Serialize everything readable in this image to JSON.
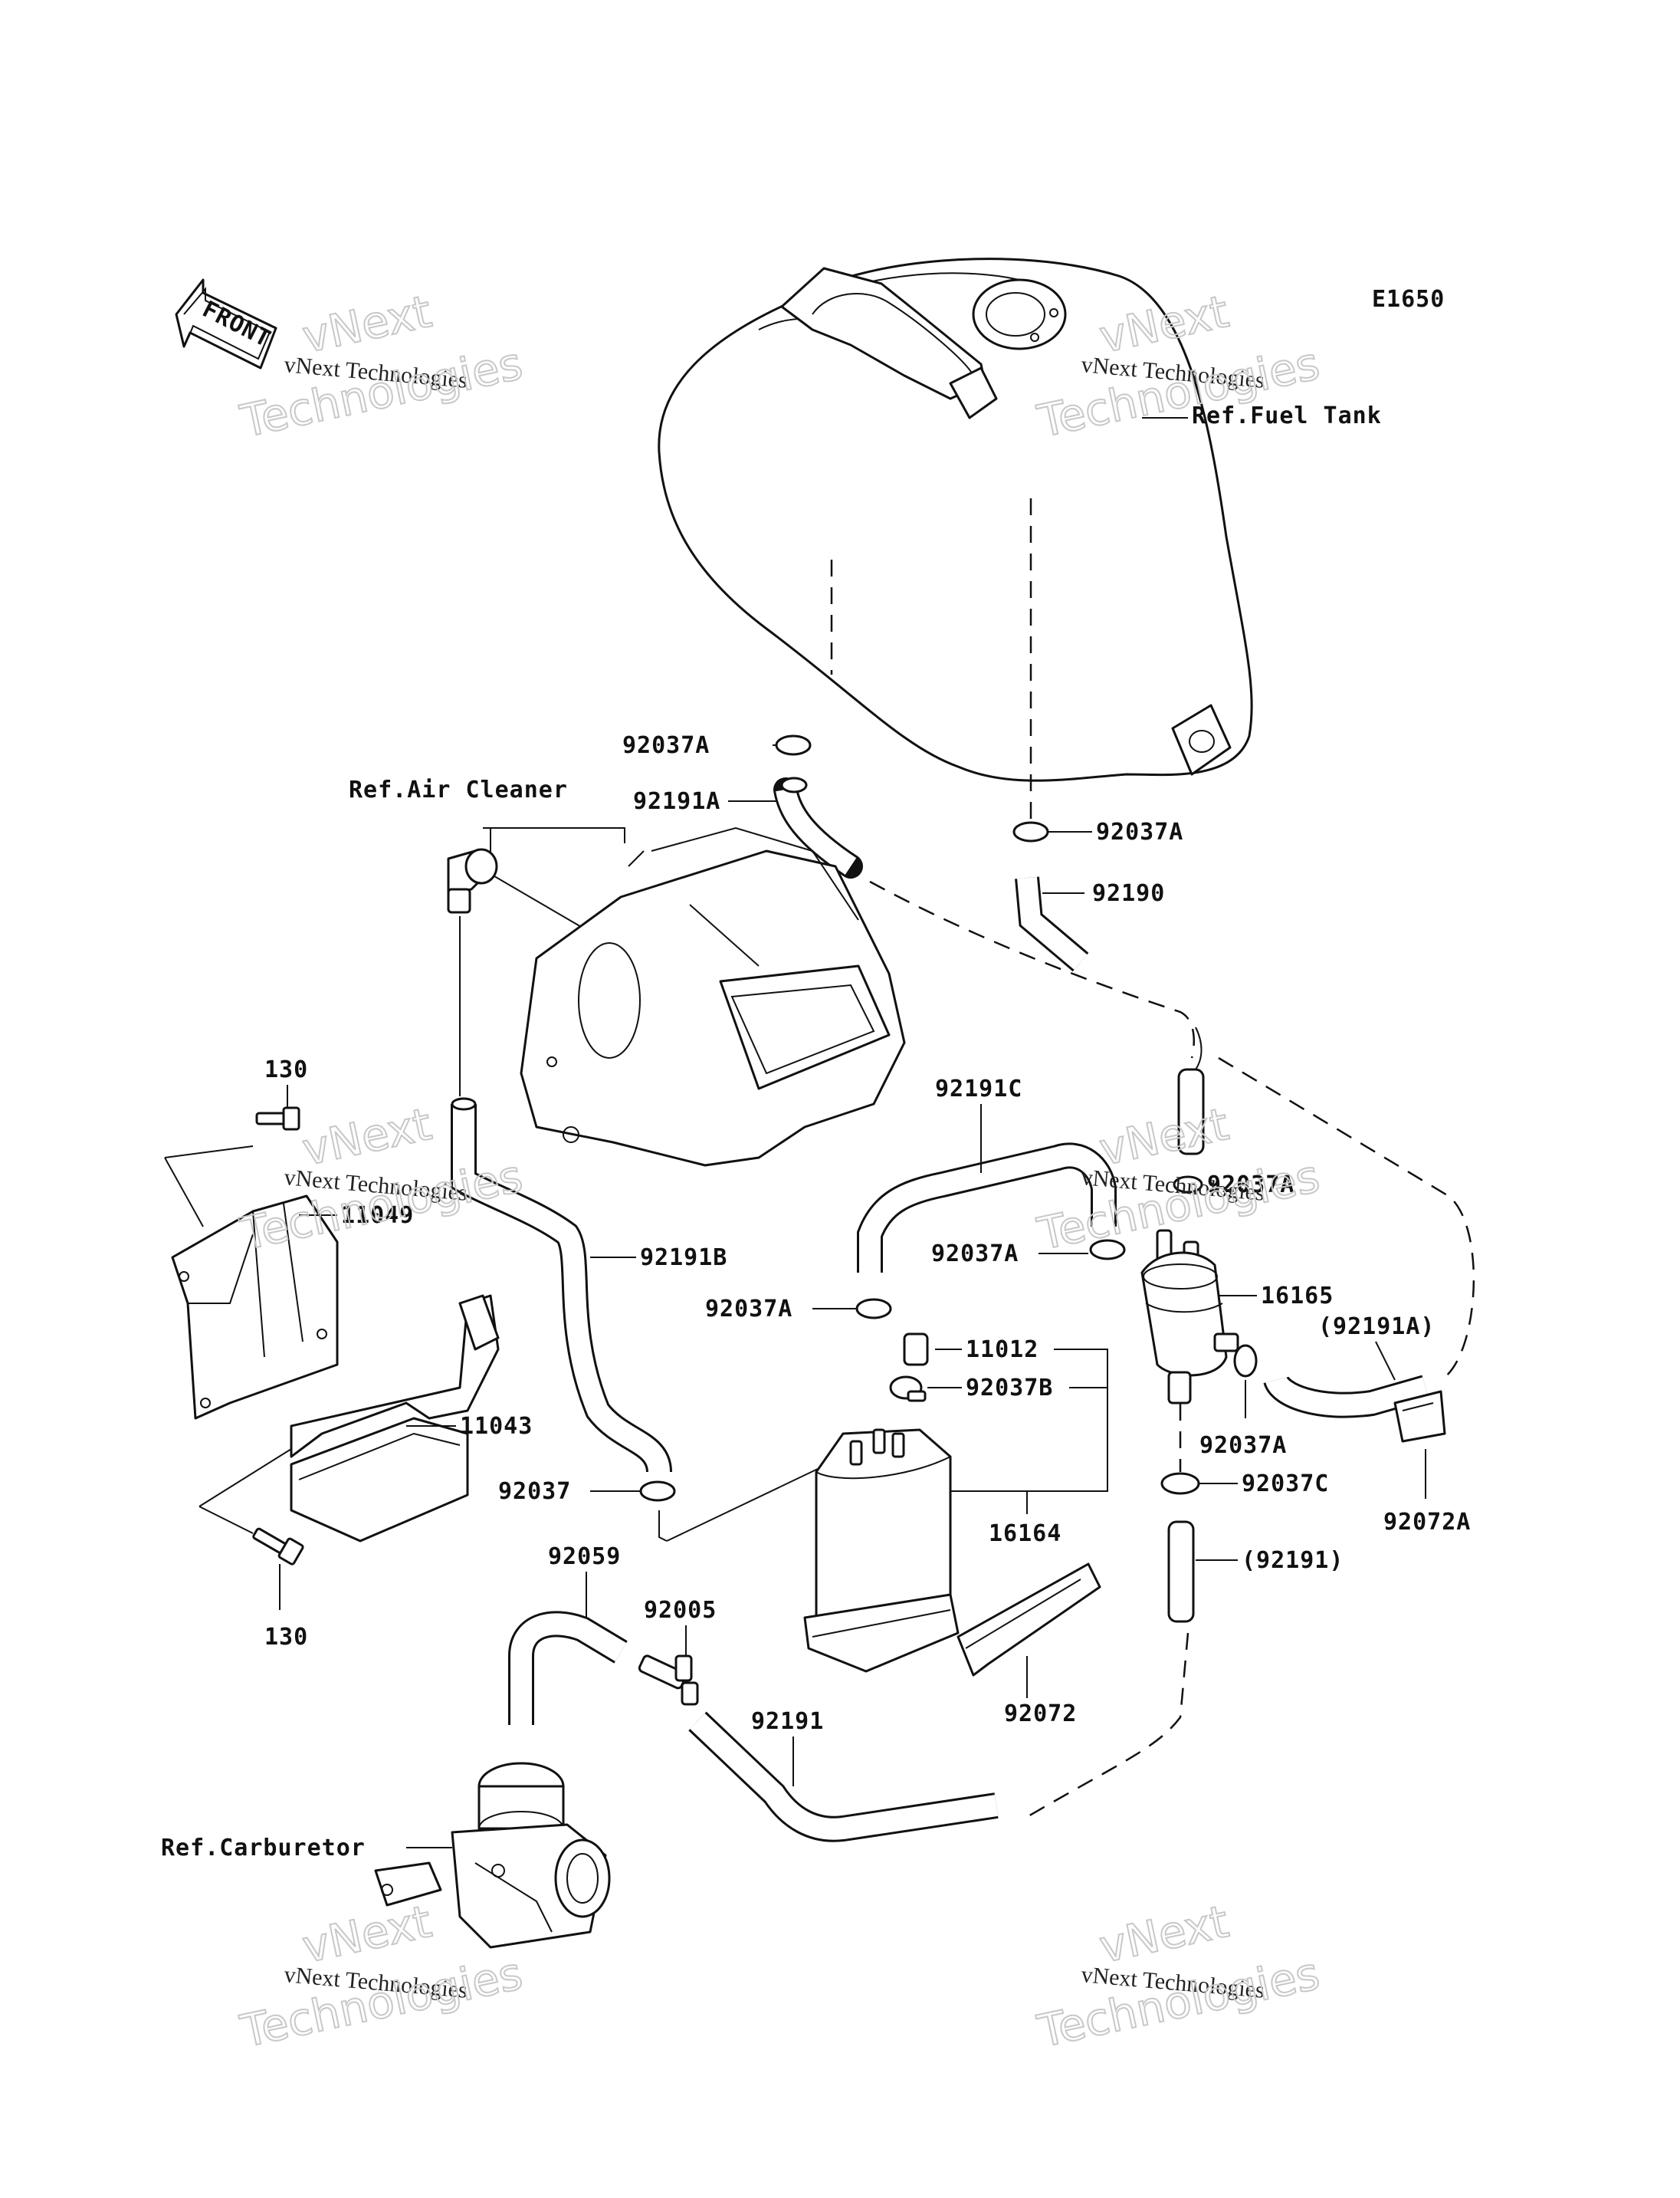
{
  "diagram_code": "E1650",
  "front_arrow": "FRONT",
  "watermark": {
    "line1": "vNext",
    "line2": "vNext Technologies",
    "line3": "Technologies"
  },
  "refs": {
    "fuel_tank": "Ref.Fuel Tank",
    "air_cleaner": "Ref.Air Cleaner",
    "carburetor": "Ref.Carburetor"
  },
  "labels": {
    "p92037A_tank": "92037A",
    "p92191A_top": "92191A",
    "p92037A_right": "92037A",
    "p92190": "92190",
    "p130_top": "130",
    "p11049": "11049",
    "p92191C": "92191C",
    "p92037A_mid_right": "92037A",
    "p92037A_filter": "92037A",
    "p92191B": "92191B",
    "p16165": "16165",
    "p92037A_canister": "92037A",
    "p11012": "11012",
    "p92191A_paren": "(92191A)",
    "p92037B": "92037B",
    "p11043": "11043",
    "p92037A_lower": "92037A",
    "p92037": "92037",
    "p92037C": "92037C",
    "p16164": "16164",
    "p92072A": "92072A",
    "p92059": "92059",
    "p92191_paren": "(92191)",
    "p92005": "92005",
    "p130_bottom": "130",
    "p92191": "92191",
    "p92072": "92072"
  }
}
